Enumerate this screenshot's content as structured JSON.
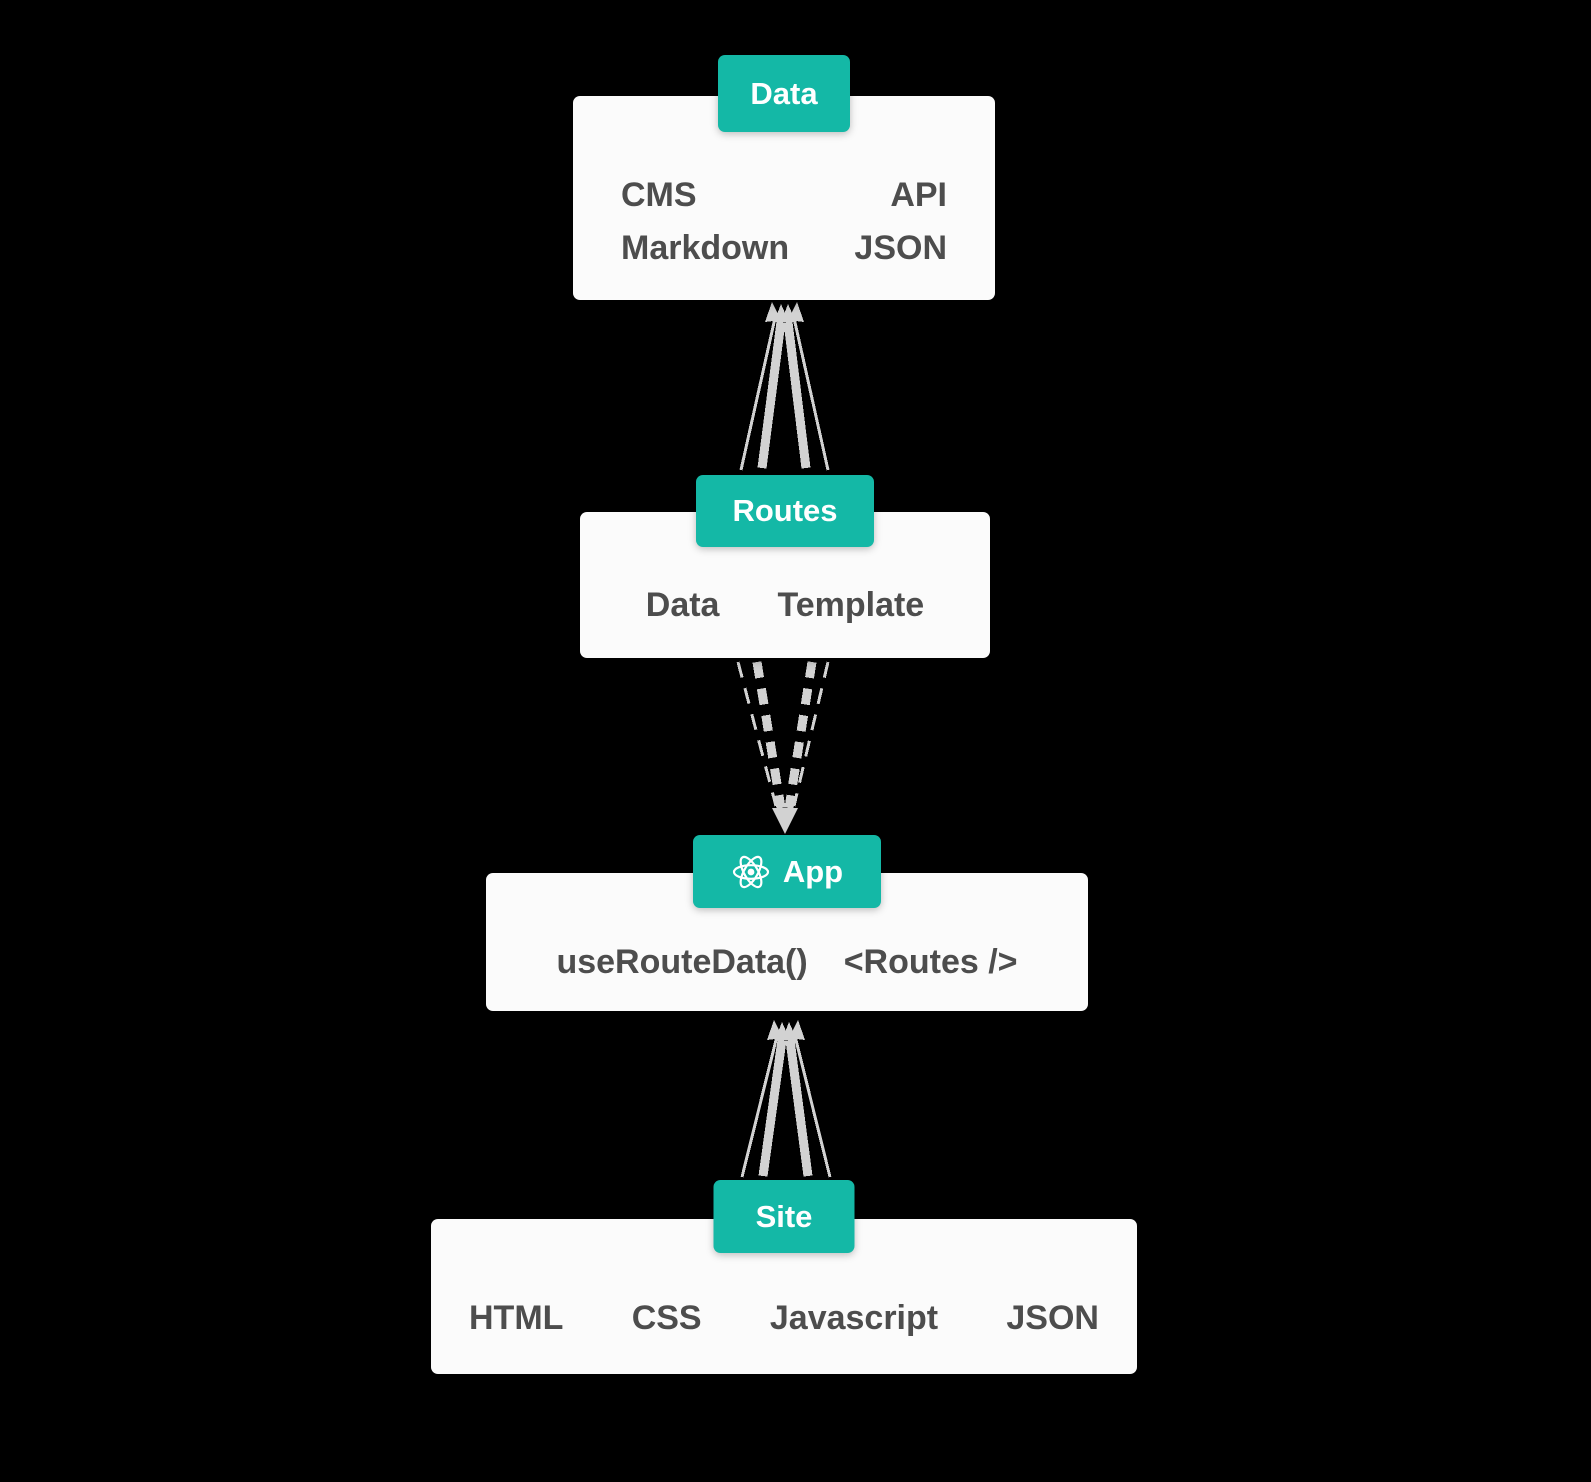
{
  "theme": {
    "background": "#000000",
    "card_bg": "#fbfbfb",
    "badge_bg": "#14b8a6",
    "badge_text": "#ffffff",
    "text_color": "#4d4d4d",
    "arrow_color": "#d2d2d2"
  },
  "nodes": {
    "data": {
      "badge": "Data",
      "items": {
        "r0c0": "CMS",
        "r0c1": "API",
        "r1c0": "Markdown",
        "r1c1": "JSON"
      }
    },
    "routes": {
      "badge": "Routes",
      "items": {
        "c0": "Data",
        "c1": "Template"
      }
    },
    "app": {
      "badge": "App",
      "icon": "react-icon",
      "items": {
        "c0": "useRouteData()",
        "c1": "<Routes />"
      }
    },
    "site": {
      "badge": "Site",
      "items": {
        "c0": "HTML",
        "c1": "CSS",
        "c2": "Javascript",
        "c3": "JSON"
      }
    }
  },
  "flow": {
    "edge_routes_to_data": "up",
    "edge_routes_to_app": "down-dashed",
    "edge_site_to_app": "up"
  }
}
